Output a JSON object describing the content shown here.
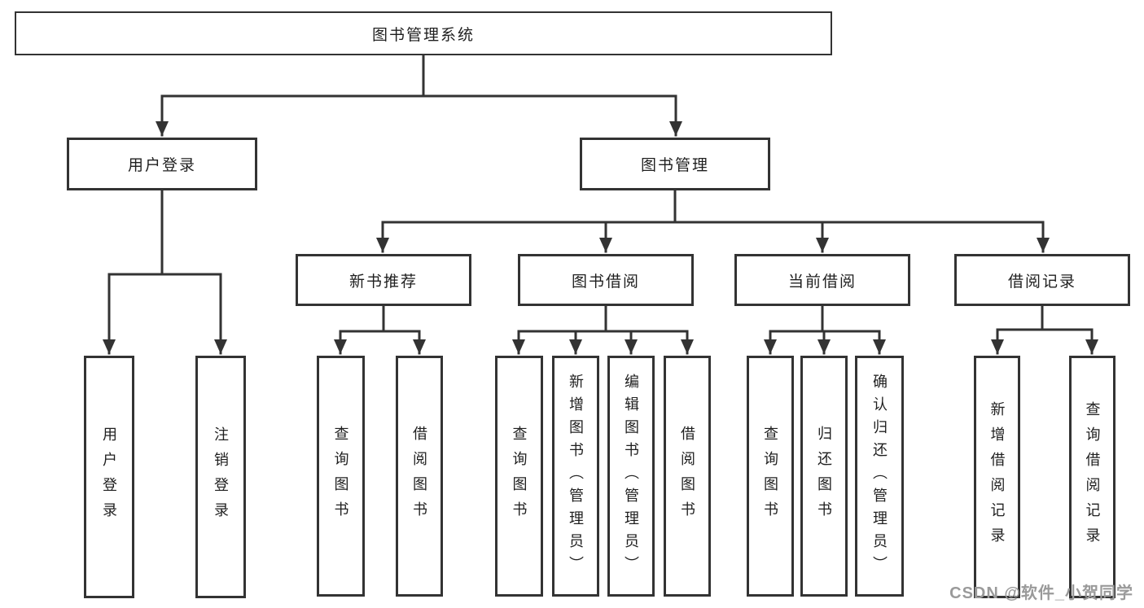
{
  "tree": {
    "label": "图书管理系统",
    "children": [
      {
        "label": "用户登录",
        "children": [
          {
            "label": "用户登录"
          },
          {
            "label": "注销登录"
          }
        ]
      },
      {
        "label": "图书管理",
        "children": [
          {
            "label": "新书推荐",
            "children": [
              {
                "label": "查询图书"
              },
              {
                "label": "借阅图书"
              }
            ]
          },
          {
            "label": "图书借阅",
            "children": [
              {
                "label": "查询图书"
              },
              {
                "label": "新增图书（管理员）"
              },
              {
                "label": "编辑图书（管理员）"
              },
              {
                "label": "借阅图书"
              }
            ]
          },
          {
            "label": "当前借阅",
            "children": [
              {
                "label": "查询图书"
              },
              {
                "label": "归还图书"
              },
              {
                "label": "确认归还（管理员）"
              }
            ]
          },
          {
            "label": "借阅记录",
            "children": [
              {
                "label": "新增借阅记录"
              },
              {
                "label": "查询借阅记录"
              }
            ]
          }
        ]
      }
    ]
  },
  "watermark": {
    "text": "CSDN @软件_小贺同学"
  },
  "colors": {
    "line": "#333333",
    "box_border": "#333333",
    "box_background": "#ffffff",
    "text": "#1f1f1f",
    "watermark": "#9a9a9a"
  }
}
